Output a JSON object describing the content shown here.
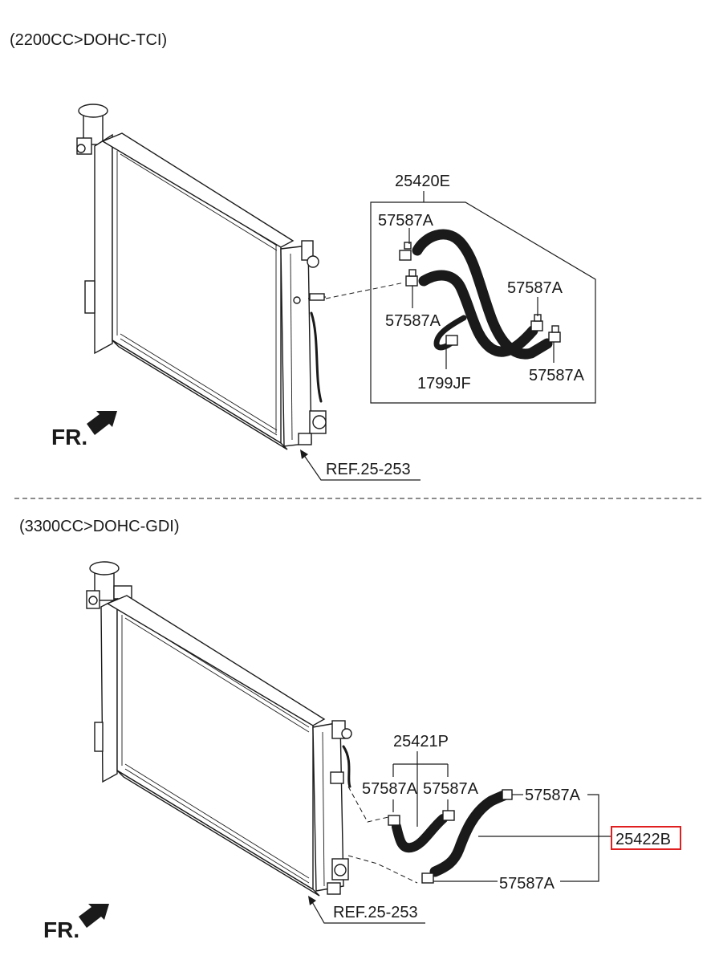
{
  "section_1": {
    "header": "(2200CC>DOHC-TCI)",
    "labels": {
      "hose_assembly": "25420E",
      "clamp_top_left": "57587A",
      "clamp_mid_left": "57587A",
      "clamp_upper_right": "57587A",
      "clamp_lower_right": "57587A",
      "clip": "1799JF",
      "ref": "REF.25-253",
      "front": "FR."
    }
  },
  "section_2": {
    "header": "(3300CC>DOHC-GDI)",
    "labels": {
      "hose_assembly": "25421P",
      "clamp_left": "57587A",
      "clamp_right": "57587A",
      "clamp_top": "57587A",
      "clamp_bottom": "57587A",
      "hose_highlighted": "25422B",
      "ref": "REF.25-253",
      "front": "FR."
    }
  },
  "colors": {
    "line": "#1a1a1a",
    "highlight": "#e02020"
  }
}
